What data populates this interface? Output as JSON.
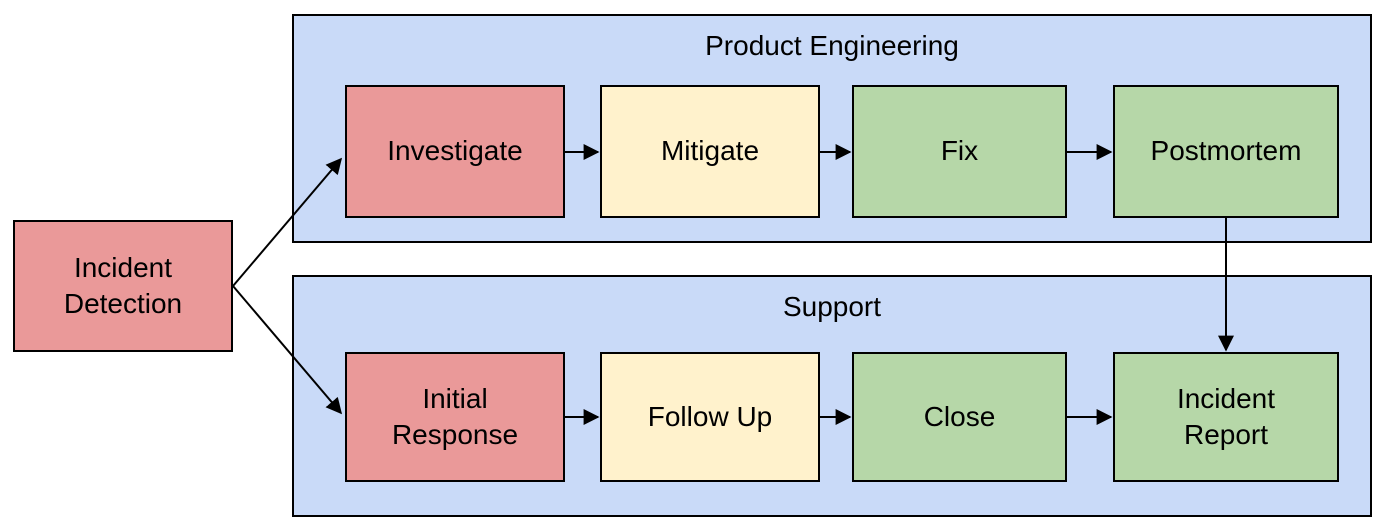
{
  "diagram": {
    "type": "flowchart",
    "start_node": {
      "label": "Incident\nDetection",
      "color_name": "red"
    },
    "lanes": [
      {
        "title": "Product Engineering",
        "nodes": [
          {
            "label": "Investigate",
            "color_name": "red"
          },
          {
            "label": "Mitigate",
            "color_name": "yellow"
          },
          {
            "label": "Fix",
            "color_name": "green"
          },
          {
            "label": "Postmortem",
            "color_name": "green"
          }
        ]
      },
      {
        "title": "Support",
        "nodes": [
          {
            "label": "Initial\nResponse",
            "color_name": "red"
          },
          {
            "label": "Follow Up",
            "color_name": "yellow"
          },
          {
            "label": "Close",
            "color_name": "green"
          },
          {
            "label": "Incident\nReport",
            "color_name": "green"
          }
        ]
      }
    ],
    "edges": [
      {
        "from": "Incident Detection",
        "to": "Investigate"
      },
      {
        "from": "Incident Detection",
        "to": "Initial Response"
      },
      {
        "from": "Investigate",
        "to": "Mitigate"
      },
      {
        "from": "Mitigate",
        "to": "Fix"
      },
      {
        "from": "Fix",
        "to": "Postmortem"
      },
      {
        "from": "Postmortem",
        "to": "Incident Report"
      },
      {
        "from": "Initial Response",
        "to": "Follow Up"
      },
      {
        "from": "Follow Up",
        "to": "Close"
      },
      {
        "from": "Close",
        "to": "Incident Report"
      }
    ],
    "colors": {
      "node_red": "#ea9999",
      "node_yellow": "#fff2cc",
      "node_green": "#b6d7a8",
      "lane_fill": "#c9daf8",
      "stroke": "#000000",
      "text": "#000000",
      "background": "#ffffff"
    }
  }
}
